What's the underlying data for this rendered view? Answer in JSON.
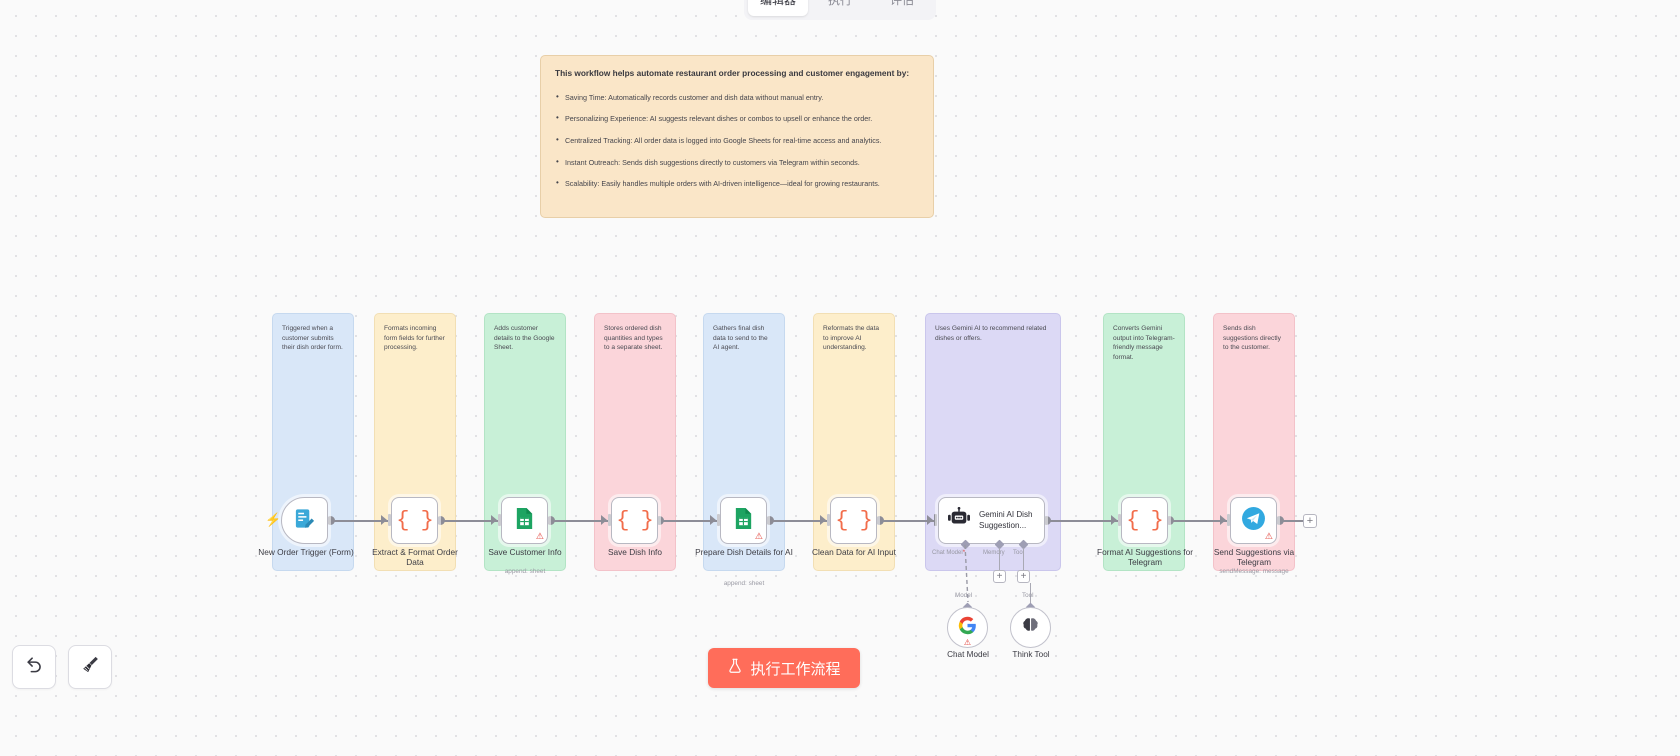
{
  "tabs": [
    {
      "label": "编辑器",
      "active": true
    },
    {
      "label": "执行",
      "active": false
    },
    {
      "label": "评估",
      "active": false
    }
  ],
  "sticky_note": {
    "title": "This workflow helps automate restaurant order processing and customer engagement by:",
    "bullets": [
      "Saving Time: Automatically records customer and dish data without manual entry.",
      "Personalizing Experience: AI suggests relevant dishes or combos to upsell or enhance the order.",
      "Centralized Tracking: All order data is logged into Google Sheets for real-time access and analytics.",
      "Instant Outreach: Sends dish suggestions directly to customers via Telegram within seconds.",
      "Scalability: Easily handles multiple orders with AI-driven intelligence—ideal for growing restaurants."
    ],
    "background_color": "#fae6c8"
  },
  "nodes": [
    {
      "note": "Triggered when a customer submits their dish order form.",
      "note_color": "blue",
      "label": "New Order Trigger (Form)",
      "subtitle": "",
      "icon": "form-trigger-icon",
      "warning": false
    },
    {
      "note": "Formats incoming form fields for further processing.",
      "note_color": "yellow",
      "label": "Extract & Format Order Data",
      "subtitle": "",
      "icon": "code-braces-icon",
      "warning": false
    },
    {
      "note": "Adds customer details to the Google Sheet.",
      "note_color": "green",
      "label": "Save Customer Info",
      "subtitle": "append: sheet",
      "icon": "google-sheets-icon",
      "warning": true
    },
    {
      "note": "Stores ordered dish quantities and types to a separate sheet.",
      "note_color": "pink",
      "label": "Save Dish Info",
      "subtitle": "",
      "icon": "code-braces-icon",
      "warning": false
    },
    {
      "note": "Gathers final dish data to send to the AI agent.",
      "note_color": "blue",
      "label": "Prepare Dish Details for AI",
      "subtitle": "append: sheet",
      "icon": "google-sheets-icon",
      "warning": true
    },
    {
      "note": "Reformats the data to improve AI understanding.",
      "note_color": "yellow",
      "label": "Clean Data for AI Input",
      "subtitle": "",
      "icon": "code-braces-icon",
      "warning": false
    },
    {
      "note": "Converts Gemini output into Telegram-friendly message format.",
      "note_color": "green",
      "label": "Format AI Suggestions for Telegram",
      "subtitle": "",
      "icon": "code-braces-icon",
      "warning": false
    },
    {
      "note": "Sends dish suggestions directly to the customer.",
      "note_color": "pink",
      "label": "Send Suggestions via Telegram",
      "subtitle": "sendMessage: message",
      "icon": "telegram-icon",
      "warning": true
    }
  ],
  "agent": {
    "note": "Uses Gemini AI to recommend related dishes or offers.",
    "note_color": "purple",
    "title": "Gemini AI Dish Suggestion...",
    "icon": "robot-icon",
    "ports": [
      {
        "label": "Chat Model",
        "required": true
      },
      {
        "label": "Memory",
        "required": false
      },
      {
        "label": "Tool",
        "required": false
      }
    ]
  },
  "sub_nodes": [
    {
      "connector_label": "Model",
      "label": "Chat Model",
      "icon": "google-gemini-icon",
      "warning": true
    },
    {
      "connector_label": "Tool",
      "label": "Think Tool",
      "icon": "brain-icon",
      "warning": false
    }
  ],
  "toolbar": {
    "undo_icon": "undo-icon",
    "tidy_icon": "broom-icon"
  },
  "execute_button": {
    "label": "执行工作流程",
    "icon": "flask-icon",
    "color": "#ff6d5a"
  },
  "end_plus": "+"
}
